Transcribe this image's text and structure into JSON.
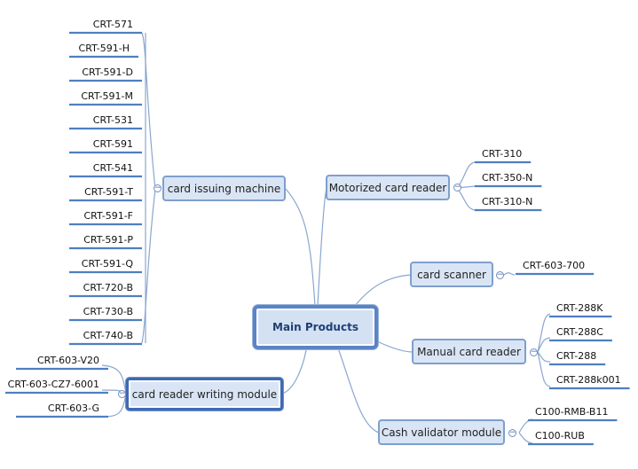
{
  "central": {
    "label": "Main Products"
  },
  "card_issuing": {
    "label": "card issuing machine",
    "children": [
      "CRT-571",
      "CRT-591-H",
      "CRT-591-D",
      "CRT-591-M",
      "CRT-531",
      "CRT-591",
      "CRT-541",
      "CRT-591-T",
      "CRT-591-F",
      "CRT-591-P",
      "CRT-591-Q",
      "CRT-720-B",
      "CRT-730-B",
      "CRT-740-B"
    ]
  },
  "card_reader_writing": {
    "label": "card reader writing module",
    "children": [
      "CRT-603-V20",
      "CRT-603-CZ7-6001",
      "CRT-603-G"
    ]
  },
  "motorized": {
    "label": "Motorized card reader",
    "children": [
      "CRT-310",
      "CRT-350-N",
      "CRT-310-N"
    ]
  },
  "scanner": {
    "label": "card scanner",
    "children": [
      "CRT-603-700"
    ]
  },
  "manual": {
    "label": "Manual card reader",
    "children": [
      "CRT-288K",
      "CRT-288C",
      "CRT-288",
      "CRT-288k001"
    ]
  },
  "cash": {
    "label": "Cash validator module",
    "children": [
      "C100-RMB-B11",
      "C100-RUB"
    ]
  },
  "colors": {
    "node_fill": "#d9e5f5",
    "node_border": "#7f9fcd",
    "line": "#4f7fc0",
    "wire": "#8aa6cf"
  }
}
